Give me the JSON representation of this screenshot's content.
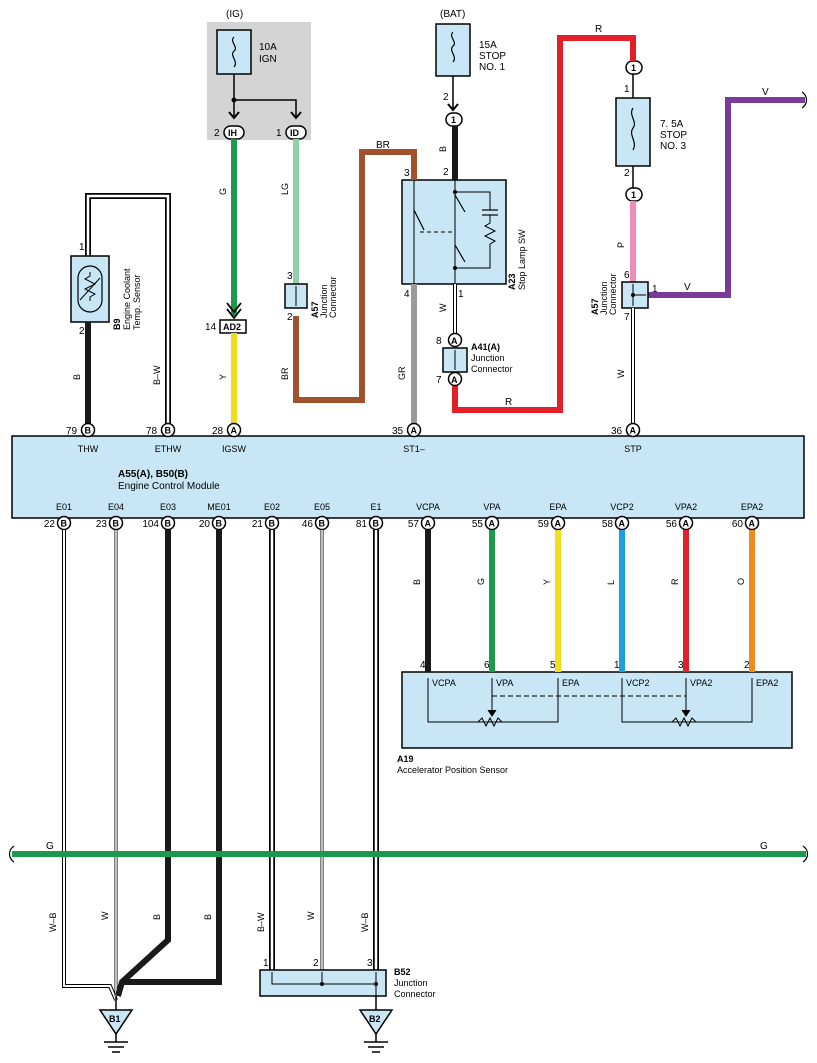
{
  "sources": {
    "ig": "(IG)",
    "bat": "(BAT)"
  },
  "fuses": {
    "ign": {
      "line1": "10A",
      "line2": "IGN"
    },
    "stop1": {
      "line1": "15A",
      "line2": "STOP",
      "line3": "NO. 1"
    },
    "stop3": {
      "line1": "7. 5A",
      "line2": "STOP",
      "line3": "NO. 3"
    }
  },
  "connector_pins": {
    "ih": "IH",
    "id": "ID",
    "ad2": "AD2",
    "a": "A",
    "b": "B",
    "one": "1",
    "two": "2",
    "three": "3",
    "four": "4",
    "five": "5",
    "six": "6",
    "seven": "7",
    "eight": "8",
    "fourteen": "14"
  },
  "components": {
    "b9": {
      "code": "B9",
      "name1": "Engine Coolant",
      "name2": "Temp. Sensor"
    },
    "a57": {
      "code": "A57",
      "name1": "Junction",
      "name2": "Connector"
    },
    "a23": {
      "code": "A23",
      "name": "Stop Lamp SW"
    },
    "a41": {
      "code": "A41(A)",
      "name1": "Junction",
      "name2": "Connector"
    },
    "ecm": {
      "code": "A55(A), B50(B)",
      "name": "Engine Control Module"
    },
    "a19": {
      "code": "A19",
      "name": "Accelerator Position Sensor"
    },
    "b52": {
      "code": "B52",
      "name1": "Junction",
      "name2": "Connector"
    },
    "b1": "B1",
    "b2": "B2"
  },
  "wire_colors": {
    "B": "B",
    "BW": "B–W",
    "G": "G",
    "LG": "LG",
    "BR": "BR",
    "Y": "Y",
    "GR": "GR",
    "W": "W",
    "R": "R",
    "P": "P",
    "V": "V",
    "WB": "W–B",
    "L": "L",
    "O": "O"
  },
  "ecm_top_pins": [
    {
      "num": "79",
      "conn": "B",
      "label": "THW"
    },
    {
      "num": "78",
      "conn": "B",
      "label": "ETHW"
    },
    {
      "num": "28",
      "conn": "A",
      "label": "IGSW"
    },
    {
      "num": "35",
      "conn": "A",
      "label": "ST1–"
    },
    {
      "num": "36",
      "conn": "A",
      "label": "STP"
    }
  ],
  "ecm_bottom_pins": [
    {
      "num": "22",
      "conn": "B",
      "label": "E01",
      "wire": "W–B"
    },
    {
      "num": "23",
      "conn": "B",
      "label": "E04",
      "wire": "W"
    },
    {
      "num": "104",
      "conn": "B",
      "label": "E03",
      "wire": "B"
    },
    {
      "num": "20",
      "conn": "B",
      "label": "ME01",
      "wire": "B"
    },
    {
      "num": "21",
      "conn": "B",
      "label": "E02",
      "wire": "B–W"
    },
    {
      "num": "46",
      "conn": "B",
      "label": "E05",
      "wire": "W"
    },
    {
      "num": "81",
      "conn": "B",
      "label": "E1",
      "wire": "W–B"
    },
    {
      "num": "57",
      "conn": "A",
      "label": "VCPA",
      "wire": "B"
    },
    {
      "num": "55",
      "conn": "A",
      "label": "VPA",
      "wire": "G"
    },
    {
      "num": "59",
      "conn": "A",
      "label": "EPA",
      "wire": "Y"
    },
    {
      "num": "58",
      "conn": "A",
      "label": "VCP2",
      "wire": "L"
    },
    {
      "num": "56",
      "conn": "A",
      "label": "VPA2",
      "wire": "R"
    },
    {
      "num": "60",
      "conn": "A",
      "label": "EPA2",
      "wire": "O"
    }
  ],
  "sensor_pins": [
    {
      "num": "4",
      "label": "VCPA"
    },
    {
      "num": "6",
      "label": "VPA"
    },
    {
      "num": "5",
      "label": "EPA"
    },
    {
      "num": "1",
      "label": "VCP2"
    },
    {
      "num": "3",
      "label": "VPA2"
    },
    {
      "num": "2",
      "label": "EPA2"
    }
  ],
  "colors": {
    "black": "#1a1a1a",
    "green": "#1a9a4a",
    "light_green": "#8fd1a8",
    "brown": "#a0522d",
    "yellow": "#f2dd1a",
    "gray": "#9a9a9a",
    "red": "#e3202a",
    "pink": "#f08cb8",
    "violet": "#7a3a9a",
    "blue": "#1aa0e0",
    "orange": "#f08a20",
    "component_fill": "#c8e6f5",
    "fuse_box_fill": "#d4d4d4"
  }
}
